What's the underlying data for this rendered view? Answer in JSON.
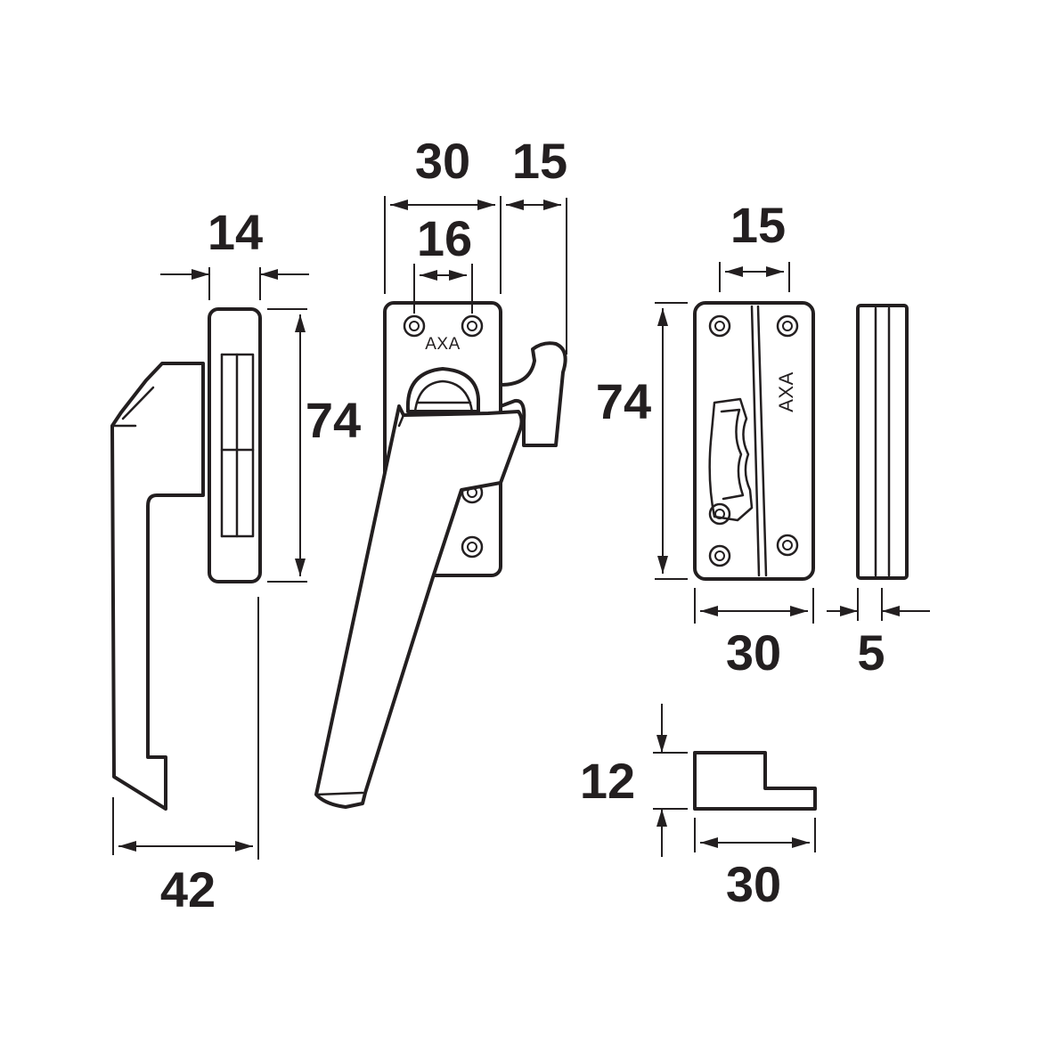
{
  "brand": "AXA",
  "dimensions": {
    "handle_side_width": "14",
    "handle_side_height": "74",
    "handle_side_depth": "42",
    "handle_front_width": "30",
    "handle_front_hook": "15",
    "handle_front_hole_spacing": "16",
    "strike_height": "74",
    "strike_hole_spacing": "15",
    "strike_width": "30",
    "strike_side_thickness": "5",
    "spacer_height": "12",
    "spacer_width": "30"
  },
  "colors": {
    "line": "#231f20",
    "background": "#ffffff"
  }
}
